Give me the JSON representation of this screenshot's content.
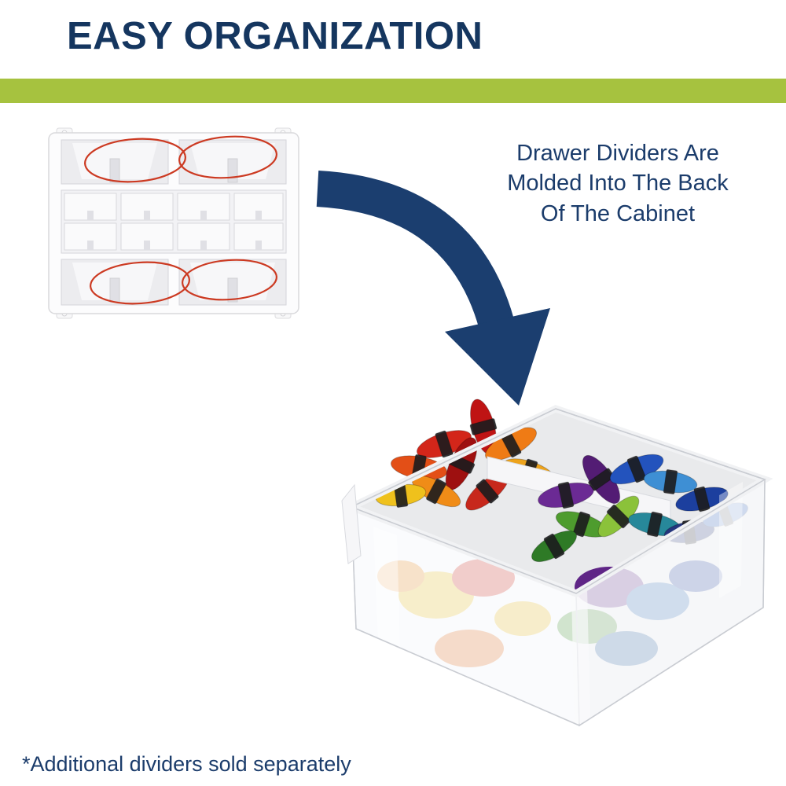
{
  "header": {
    "title": "EASY ORGANIZATION"
  },
  "divider_bar": {
    "color": "#a6c23f"
  },
  "callout": {
    "lines": [
      "Drawer Dividers Are",
      "Molded Into The Back",
      "Of The Cabinet"
    ]
  },
  "footnote": {
    "text": "*Additional dividers sold separately"
  },
  "colors": {
    "navy_text": "#1b3c6b",
    "title_navy": "#15365f",
    "green_bar": "#a6c23f",
    "annotation_red": "#cc3a22",
    "arrow_navy": "#1b3e6f"
  },
  "images": {
    "cabinet": "back-of-cabinet-with-molded-drawer-dividers-circled",
    "arrow": "curved-down-arrow",
    "drawer": "clear-drawer-with-divider-full-of-embroidery-floss"
  }
}
